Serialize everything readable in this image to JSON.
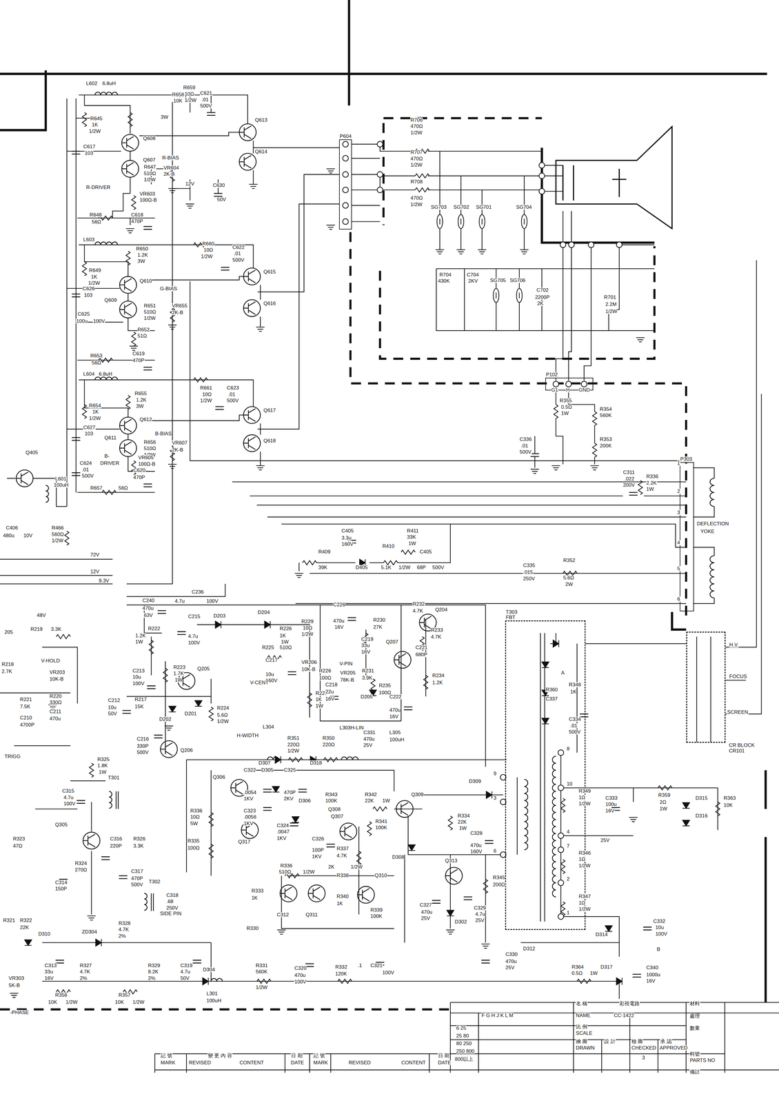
{
  "diagram": {
    "nodes": [
      {
        "text": [
          "P604"
        ]
      },
      {
        "text": [
          "P102"
        ]
      },
      {
        "text": [
          "P303"
        ]
      },
      {
        "text": [
          "T303",
          "FBT"
        ]
      },
      {
        "text": [
          "CR BLOCK",
          "CR101"
        ]
      }
    ],
    "edges": [
      {
        "from": 3,
        "to": 4,
        "arrow": "none"
      }
    ],
    "labels": [
      "L602",
      "6.8uH",
      "R658",
      "10K",
      "R659",
      "10Ω",
      "1/2W",
      "C621",
      ".01",
      "500V",
      "R645",
      "1K",
      "1/2W",
      "3W",
      "Q608",
      "C617",
      "103",
      "Q607",
      "R647",
      "510Ω",
      "1/2W",
      "R-BIAS",
      "VR604",
      "2K-B",
      "R-DRIVER",
      "VR603",
      "100Ω-B",
      "R648",
      "56Ω",
      "C618",
      "470P",
      "C630",
      "50V",
      "12V",
      "Q613",
      "Q614",
      "L603",
      "R650",
      "1.2K",
      "3W",
      "R660",
      "10Ω",
      "1/2W",
      "C622",
      ".01",
      "500V",
      "R649",
      "1K",
      "1/2W",
      "Q610",
      "Q615",
      "G-BIAS",
      "C626",
      "103",
      "Q609",
      "R651",
      "510Ω",
      "1/2W",
      "VR655",
      "2K-B",
      "C625",
      "100u",
      "100V",
      "Q616",
      "R652",
      "51Ω",
      "R653",
      "56Ω",
      "C619",
      "470P",
      "L604",
      "6.8uH",
      "R661",
      "10Ω",
      "1/2W",
      "C623",
      ".01",
      "500V",
      "R655",
      "1.2K",
      "3W",
      "R654",
      "1K",
      "1/2W",
      "Q612",
      "Q617",
      "C627",
      "103",
      "B-BIAS",
      "Q611",
      "R656",
      "510Ω",
      "1/2W",
      "VR607",
      "2K-B",
      "Q618",
      "B-",
      "DRIVER",
      "VR605",
      "100Ω-B",
      "C624",
      ".01",
      "500V",
      "L601",
      "100uH",
      "C620",
      "470P",
      "R657",
      "56Ω",
      "Q405",
      "C406",
      "480u",
      "10V",
      "R466",
      "560Ω",
      "1/2W",
      "72V",
      "12V",
      "9.3V",
      "R706",
      "470Ω",
      "1/2W",
      "R707",
      "470Ω",
      "1/2W",
      "R708",
      "470Ω",
      "1/2W",
      "SG703",
      "SG702",
      "SG701",
      "SG704",
      "SG705",
      "SG706",
      "R704",
      "430K",
      "C704",
      "2KV",
      "C702",
      "2200P",
      "2K",
      "R701",
      "2.2M",
      "1/2W",
      "G1",
      "H",
      "GND",
      "R355",
      "0.5Ω",
      "1W",
      "R354",
      "560K",
      "C336",
      ".01",
      "500V",
      "R353",
      "200K",
      "C311",
      ".022",
      "200V",
      "R336",
      "2.2K",
      "1W",
      "DEFLECTION",
      "YOKE",
      "C405",
      "3.3u",
      "160V",
      "R411",
      "33K",
      "1W",
      "R409",
      "39K",
      "D405",
      "R410",
      "5.1K",
      "1/2W",
      "C405",
      "68P",
      "500V",
      "C335",
      ".015",
      "250V",
      "R352",
      "5.6Ω",
      "2W",
      "A",
      "R360",
      "R348",
      "1K",
      "C337",
      "C334",
      ".01",
      "500V",
      "H.V.",
      "FOCUS",
      "SCREEN",
      "C240",
      "470u",
      "63V",
      "C236",
      "4.7u",
      "100V",
      "C215",
      "4.7u",
      "100V",
      "D203",
      "D204",
      "48V",
      "R219",
      "3.3K",
      "205",
      "R222",
      "1.2K",
      "1W",
      "R226",
      "1K",
      "1W",
      "R229",
      "10Ω",
      "1/2W",
      "C226",
      "470u",
      "16V",
      "R230",
      "27K",
      "R232",
      "4.7K",
      "Q204",
      "R233",
      "4.7K",
      "C219",
      "33u",
      "16V",
      "Q207",
      "C221",
      "680P",
      "R225",
      "510Ω",
      "C217",
      "10u",
      "160V",
      "VR206",
      "10K-B",
      "V-PIN",
      "R226",
      "100Ω",
      "VR205",
      "78K-B",
      "R231",
      "3.9K",
      "R235",
      "100Ω",
      "R234",
      "1.2K",
      "V-CENT",
      "R227",
      "1K",
      "1W",
      "C218",
      "22u",
      "16V",
      "D205",
      "C222",
      "470u",
      "16V",
      "V-HOLD",
      "VR203",
      "10K-B",
      "R218",
      "2.7K",
      "C213",
      "10u",
      "100V",
      "R223",
      "1.7K",
      "1W",
      "Q205",
      "C212",
      "10u",
      "50V",
      "R217",
      "15K",
      "D202",
      "D201",
      "R224",
      "5.6Ω",
      "1/2W",
      "C216",
      "330P",
      "500V",
      "Q206",
      "R221",
      "7.5K",
      "R220",
      "330Ω",
      "C211",
      "470u",
      "C210",
      "4700P",
      "H-WIDTH",
      "L304",
      "R351",
      "220Ω",
      "1/2W",
      "L303H-LIN",
      "R350",
      "220Ω",
      "D307",
      "D318",
      "C331",
      "470u",
      "25V",
      "L305",
      "100uH",
      "TRIGG",
      "R325",
      "1.8K",
      "1W",
      "T301",
      "C315",
      "4.7u",
      "100V",
      "Q306",
      "C322",
      ".0054",
      "1KV",
      "D305",
      "C325",
      "470P",
      "2KV",
      "C323",
      ".0056",
      "1KV",
      "R343",
      "100K",
      "R342",
      "22K",
      "1W",
      "Q309",
      "D309",
      "Q308",
      "Q307",
      "R341",
      "100K",
      "R336",
      "10Ω",
      "5W",
      "C324",
      ".0047",
      "1KV",
      "D306",
      "R334",
      "22K",
      "1W",
      "Q317",
      "R335",
      "100Ω",
      "C326",
      "100P",
      "1KV",
      "R337",
      "4.7K",
      "R336",
      "510Ω",
      "1/2W",
      "C328",
      "470u",
      "160V",
      "D308",
      "Q305",
      "C316",
      "220P",
      "R326",
      "3.3K",
      "C317",
      "470P",
      "500V",
      "R323",
      "47Ω",
      "C314",
      "150P",
      "R324",
      "270Ω",
      "T302",
      "SIDE PIN",
      "C318",
      ".68",
      "250V",
      "R333",
      "1K",
      "R338",
      "2K",
      "1/2W",
      "Q310",
      "R340",
      "1K",
      "R339",
      "100K",
      "C312",
      "Q311",
      "Q313",
      "R345",
      "200Ω",
      "C327",
      "470u",
      "25V",
      "D302",
      "C329",
      "4.7u",
      "25V",
      "R330",
      "9",
      "3",
      "6",
      "8",
      "10",
      "4",
      "7",
      "2",
      "1",
      "R349",
      "1Ω",
      "1/2W",
      "C333",
      "100u",
      "16V",
      "25V",
      "R346",
      "1Ω",
      "1/2W",
      "R347",
      "1Ω",
      "1/2W",
      "D314",
      "D312",
      "R359",
      "2Ω",
      "1W",
      "D315",
      "D316",
      "R363",
      "10K",
      "C332",
      "10u",
      "100V",
      "C340",
      "1000u",
      "16V",
      "R364",
      "0.5Ω",
      "1W",
      "D317",
      "B",
      "C330",
      "470u",
      "25V",
      "R332",
      "120K",
      "C321",
      ".1",
      "100V",
      "C320",
      "470u",
      "100V",
      "R331",
      "560K",
      "1/2W",
      "D304",
      "R329",
      "8.2K",
      "2%",
      "C319",
      "4.7u",
      "50V",
      "R328",
      "4.7K",
      "2%",
      "ZD304",
      "C313",
      "33u",
      "16V",
      "R327",
      "4.7K",
      "2%",
      "R321",
      "R322",
      "22K",
      "D310",
      "VR303",
      "5K-B",
      "R356",
      "10K",
      "1/2W",
      "R357",
      "10K",
      "1/2W",
      "L301",
      "100uH",
      "-PHASE",
      "名 稱",
      "NAME",
      "彩視電路",
      "CC-1422",
      "比 例",
      "SCALE",
      "繪 圖",
      "DRAWN",
      "設 計",
      "檢 圖",
      "CHECKED",
      "承 認",
      "APPROVED",
      "3",
      "材料",
      "處理",
      "數量",
      "料號",
      "PARTS NO",
      "備註",
      "F G H J K L M",
      "6 25",
      "25 80",
      "80 250",
      "250 800",
      "800以上",
      "記 號",
      "MARK",
      "變 更 內 容",
      "REVISED",
      "CONTENT",
      "日 期",
      "DATE",
      "記 號",
      "MARK",
      "REVISED",
      "CONTENT",
      "日 期",
      "DATE",
      "1",
      "2",
      "3",
      "4",
      "5",
      "6"
    ]
  }
}
